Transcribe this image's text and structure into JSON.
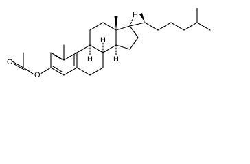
{
  "molecule": {
    "atom_labels": {
      "ester_oxygen": "O",
      "carbonyl_oxygen": "O",
      "h_9": "H",
      "h_8": "H",
      "h_14": "H",
      "h_17": "H"
    }
  }
}
